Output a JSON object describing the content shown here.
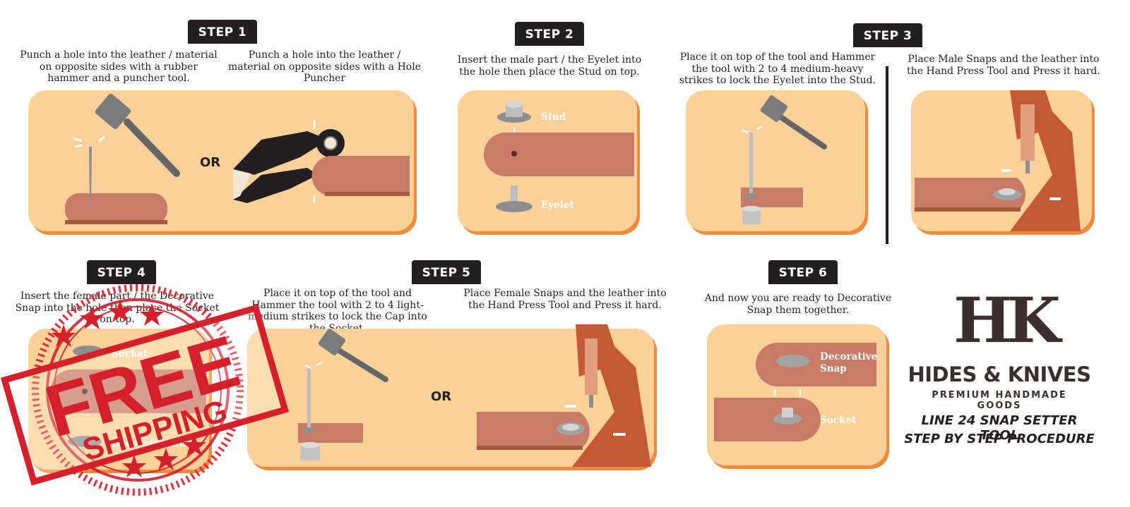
{
  "steps": {
    "s1": {
      "badge": "STEP 1",
      "caption_a": "Punch a hole into the leather / material on opposite sides with a rubber hammer and a puncher tool.",
      "caption_b": "Punch a hole into the leather / material on opposite sides with a Hole Puncher",
      "or": "OR"
    },
    "s2": {
      "badge": "STEP 2",
      "caption": "Insert the male part / the Eyelet into the hole then place the Stud on top.",
      "label_top": "Stud",
      "label_bottom": "Eyelet"
    },
    "s3": {
      "badge": "STEP 3",
      "caption_a": "Place it on top of the tool and Hammer the tool with 2 to 4 medium-heavy strikes to lock the Eyelet into the Stud.",
      "caption_b": "Place Male Snaps and the leather into the Hand Press Tool and Press it hard."
    },
    "s4": {
      "badge": "STEP 4",
      "caption": "Insert the female part / the Decorative Snap into the hole then place the Socket on top.",
      "label_top": "Socket",
      "label_bottom": "Decorative Snap"
    },
    "s5": {
      "badge": "STEP 5",
      "caption_a": "Place it on top of the tool and Hammer the tool with 2 to 4 light-medium strikes to lock the Cap into the Socket.",
      "caption_b": "Place Female Snaps and the leather into the Hand Press Tool and Press it hard.",
      "or": "OR"
    },
    "s6": {
      "badge": "STEP 6",
      "caption": "And now you are ready to Decorative Snap them together.",
      "label_top": "Decorative Snap",
      "label_bottom": "Socket"
    }
  },
  "stamp": {
    "line1": "FREE",
    "line2": "SHIPPING"
  },
  "brand": {
    "monogram": "HK",
    "name": "HIDES & KNIVES",
    "tagline": "PREMIUM HANDMADE GOODS",
    "title_line1": "LINE 24 SNAP SETTER TOOL",
    "title_line2": "STEP BY STEP PROCEDURE"
  },
  "colors": {
    "panel": "#fcd199",
    "panel_shadow": "#f08a3c",
    "leather": "#c97b69",
    "leather_dark": "#a8573f",
    "metal": "#a3a3a3",
    "press": "#c45a35",
    "ink": "#231f20",
    "stamp_red": "#d51f2a"
  }
}
